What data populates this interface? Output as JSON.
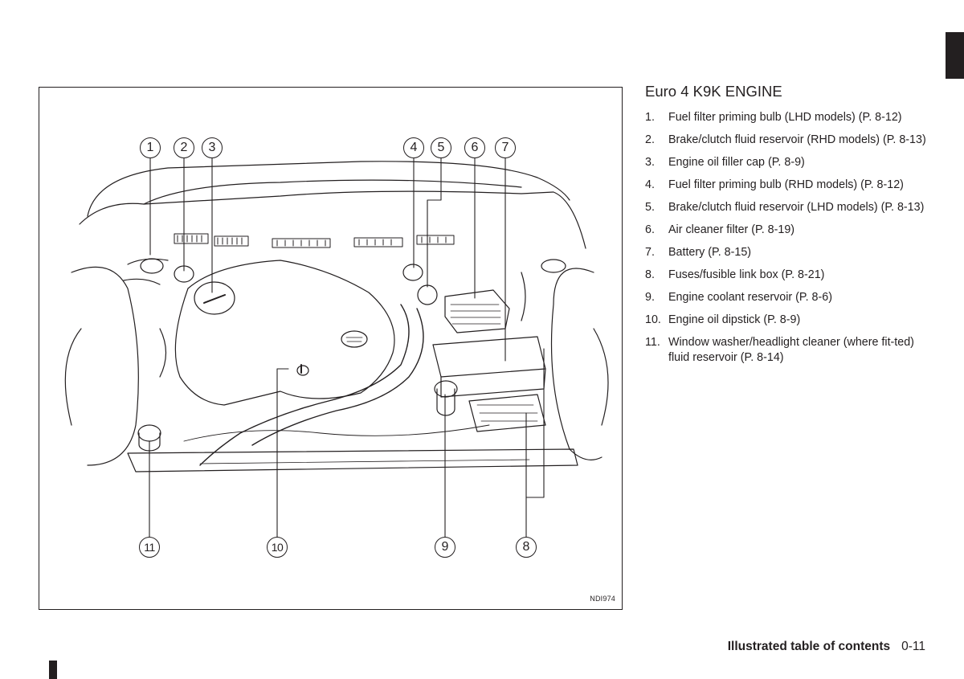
{
  "figure": {
    "code": "NDI974",
    "callouts": [
      "1",
      "2",
      "3",
      "4",
      "5",
      "6",
      "7",
      "8",
      "9",
      "10",
      "11"
    ]
  },
  "section": {
    "title": "Euro 4 K9K ENGINE",
    "items": [
      {
        "num": "1.",
        "text": "Fuel filter priming bulb (LHD models) (P. 8-12)"
      },
      {
        "num": "2.",
        "text": "Brake/clutch fluid reservoir (RHD models) (P. 8-13)"
      },
      {
        "num": "3.",
        "text": "Engine oil filler cap (P. 8-9)"
      },
      {
        "num": "4.",
        "text": "Fuel filter priming bulb (RHD models) (P. 8-12)"
      },
      {
        "num": "5.",
        "text": "Brake/clutch fluid reservoir (LHD models) (P. 8-13)"
      },
      {
        "num": "6.",
        "text": "Air cleaner filter (P. 8-19)"
      },
      {
        "num": "7.",
        "text": "Battery (P. 8-15)"
      },
      {
        "num": "8.",
        "text": "Fuses/fusible link box (P. 8-21)"
      },
      {
        "num": "9.",
        "text": "Engine coolant reservoir (P. 8-6)"
      },
      {
        "num": "10.",
        "text": "Engine oil dipstick (P. 8-9)"
      },
      {
        "num": "11.",
        "text": "Window washer/headlight cleaner (where fit-ted) fluid reservoir (P. 8-14)"
      }
    ]
  },
  "footer": {
    "section_name": "Illustrated table of contents",
    "page_number": "0-11"
  }
}
